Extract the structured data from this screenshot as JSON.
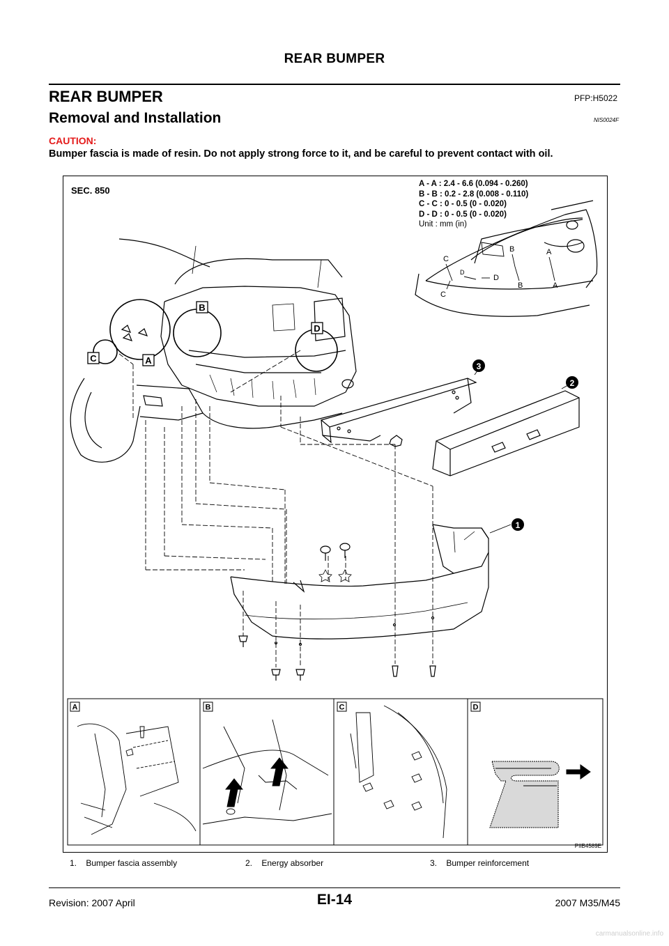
{
  "header": {
    "running_title": "REAR BUMPER"
  },
  "section": {
    "title": "REAR BUMPER",
    "pfp_code": "PFP:H5022"
  },
  "subsection": {
    "title": "Removal and Installation",
    "code": "NIS0024F"
  },
  "caution": {
    "label": "CAUTION:",
    "text": "Bumper fascia is made of resin. Do not apply strong force to it, and be careful to prevent contact with oil."
  },
  "figure": {
    "sec_label": "SEC. 850",
    "specs": [
      "A - A : 2.4 - 6.6 (0.094 - 0.260)",
      "B - B : 0.2 - 2.8 (0.008 - 0.110)",
      "C - C : 0 - 0.5 (0 - 0.020)",
      "D - D : 0 - 0.5 (0 - 0.020)"
    ],
    "unit": "Unit : mm (in)",
    "figure_id": "PIIB4589E",
    "callout_letters": [
      "A",
      "B",
      "C",
      "D"
    ],
    "part_numbers": [
      "1",
      "2",
      "3"
    ]
  },
  "legend": [
    {
      "num": "1.",
      "label": "Bumper fascia assembly"
    },
    {
      "num": "2.",
      "label": "Energy absorber"
    },
    {
      "num": "3.",
      "label": "Bumper reinforcement"
    }
  ],
  "footer": {
    "revision": "Revision: 2007 April",
    "page": "EI-14",
    "model": "2007 M35/M45",
    "watermark": "carmanualsonline.info"
  }
}
